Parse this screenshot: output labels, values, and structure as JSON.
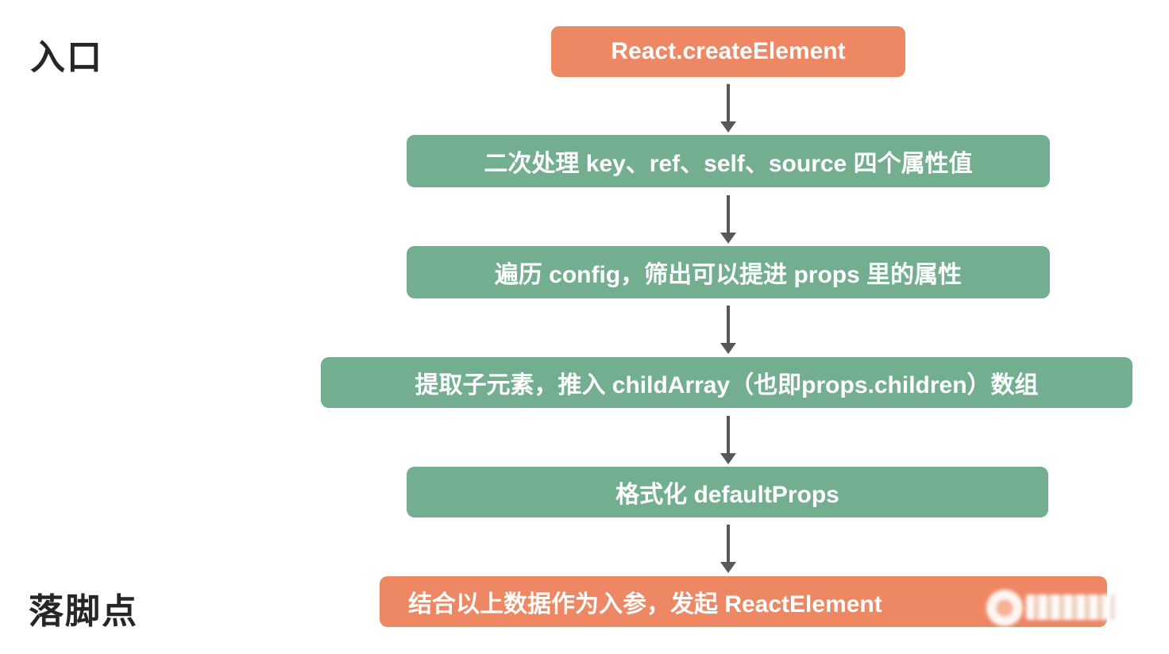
{
  "labels": {
    "entry": "入口",
    "landing": "落脚点"
  },
  "flow": {
    "nodes": [
      {
        "id": "entry-node",
        "type": "orange",
        "label": "React.createElement"
      },
      {
        "id": "process-attrs",
        "type": "green",
        "label": "二次处理 key、ref、self、source 四个属性值"
      },
      {
        "id": "traverse-config",
        "type": "green",
        "label": "遍历 config，筛出可以提进 props 里的属性"
      },
      {
        "id": "extract-children",
        "type": "green",
        "label": "提取子元素，推入 childArray（也即props.children）数组"
      },
      {
        "id": "format-defaultprops",
        "type": "green",
        "label": "格式化 defaultProps"
      },
      {
        "id": "landing-node",
        "type": "orange",
        "label": "结合以上数据作为入参，发起 ReactElement"
      }
    ]
  },
  "colors": {
    "node_orange": "#ee8763",
    "node_green": "#73ae91",
    "arrow": "#585858",
    "node_text": "#ffffff",
    "label_text": "#262626",
    "background": "#ffffff"
  },
  "watermark": {
    "present": true,
    "note": "blurred-out watermark badge at end of last node"
  }
}
